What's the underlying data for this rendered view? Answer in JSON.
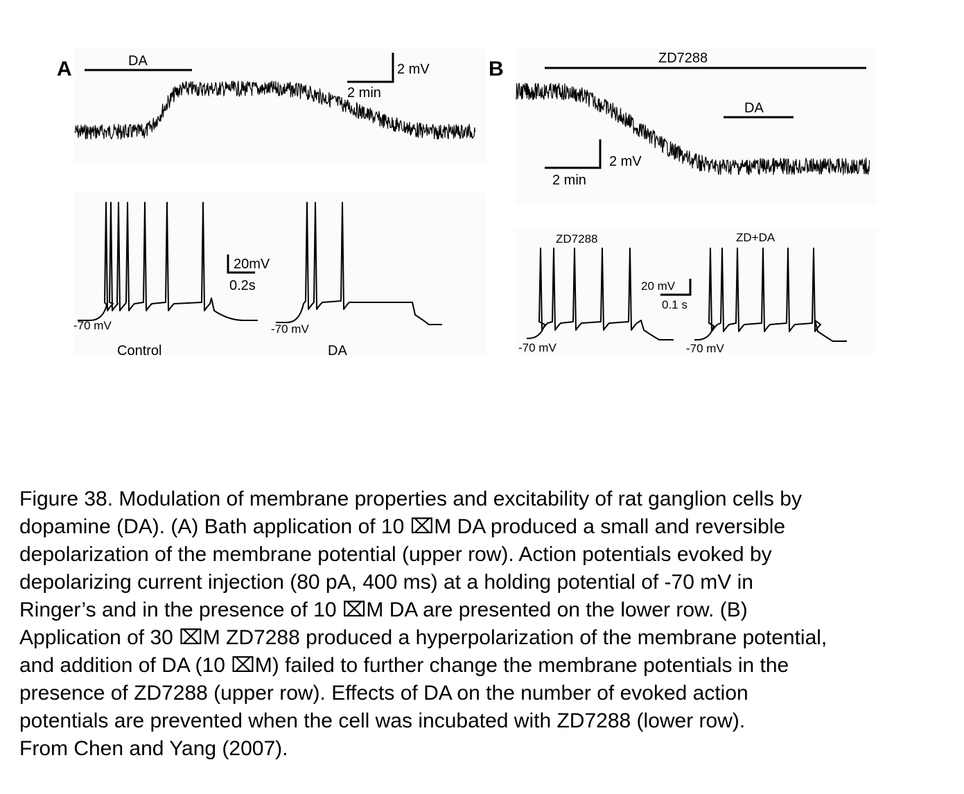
{
  "panel_a": {
    "letter": "A",
    "drug_bar_label": "DA",
    "scale_v": "2 mV",
    "scale_t": "2 min",
    "spike_scale_v": "20mV",
    "spike_scale_t": "0.2s",
    "holding_1": "-70 mV",
    "holding_2": "-70 mV",
    "condition_1": "Control",
    "condition_2": "DA"
  },
  "panel_b": {
    "letter": "B",
    "drug_bar_label": "ZD7288",
    "drug_bar_label_2": "DA",
    "scale_v": "2 mV",
    "scale_t": "2 min",
    "spike_scale_v": "20 mV",
    "spike_scale_t": "0.1 s",
    "condition_1": "ZD7288",
    "condition_2": "ZD+DA",
    "holding_1": "-70 mV",
    "holding_2": "-70 mV"
  },
  "caption": {
    "lines": [
      "Figure 38. Modulation of membrane properties and excitability of rat ganglion cells by",
      "dopamine (DA). (A) Bath application of 10 ⌧M DA produced a small and reversible",
      "depolarization of the membrane potential (upper row). Action potentials evoked by",
      "depolarizing current injection (80 pA, 400 ms) at a holding potential of -70 mV in",
      "Ringer’s and in the presence of 10 ⌧M DA are presented on the lower row. (B)",
      "Application of 30 ⌧M ZD7288 produced a hyperpolarization of the membrane potential,",
      "and addition of DA (10 ⌧M) failed to further change the membrane potentials in the",
      "presence of ZD7288 (upper row). Effects of DA on the number of evoked action",
      "potentials are prevented when the cell was incubated with ZD7288 (lower row).",
      "From Chen and Yang (2007)."
    ]
  }
}
